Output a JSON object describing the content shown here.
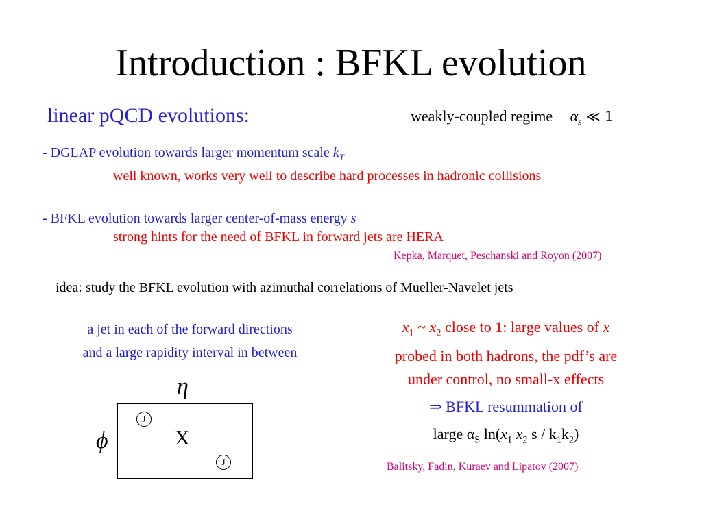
{
  "slide": {
    "title": "Introduction : BFKL evolution",
    "heading": "linear pQCD evolutions:",
    "regime": {
      "label": "weakly-coupled regime",
      "alpha": "α",
      "alpha_sub": "s",
      "relation": "≪ 1"
    },
    "dglap": {
      "line": "- DGLAP evolution towards larger momentum scale ",
      "var": "k",
      "var_sub": "T",
      "note": "well known, works very well to describe hard processes in hadronic collisions"
    },
    "bfkl": {
      "line": "- BFKL evolution towards larger center-of-mass energy ",
      "var": "s",
      "note": "strong hints for the need of BFKL in forward jets are HERA"
    },
    "citation1": "Kepka, Marquet, Peschanski and Royon (2007)",
    "idea": "idea: study the BFKL evolution with azimuthal correlations of Mueller-Navelet jets",
    "left_desc": {
      "line1": "a jet in each of the forward directions",
      "line2": "and a large rapidity interval in between"
    },
    "right_desc": {
      "x1": "x",
      "x1_sub": "1",
      "tilde": " ~ ",
      "x2": "x",
      "x2_sub": "2",
      "line1_rest": " close to 1: large values of ",
      "line1_var": "x",
      "line2": "probed in both hadrons, the pdf’s are",
      "line3": "under control, no small-x effects"
    },
    "resummation": {
      "arrow": "⇒",
      "text": " BFKL resummation of"
    },
    "large_expr": {
      "prefix": "large α",
      "alpha_sub": "S",
      "ln": " ln(",
      "x1": "x",
      "x1_sub": "1",
      "x2": " x",
      "x2_sub": "2",
      "s_part": " s / k",
      "k1_sub": "1",
      "k2": "k",
      "k2_sub": "2",
      "close": ")"
    },
    "citation2": "Balitsky, Fadin, Kuraev and Lipatov (2007)",
    "diagram": {
      "eta": "η",
      "phi": "ϕ",
      "center": "X",
      "jet1": "J",
      "jet2": "J"
    }
  }
}
